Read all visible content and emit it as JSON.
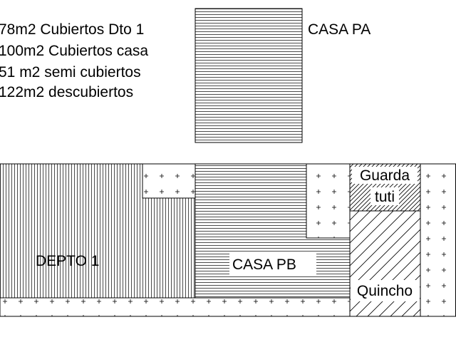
{
  "summary": {
    "lines": [
      "78m2 Cubiertos Dto 1",
      "100m2 Cubiertos casa",
      "51 m2 semi cubiertos",
      "122m2 descubiertos"
    ]
  },
  "areas": {
    "casa_pa": "CASA PA",
    "depto_1": "DEPTO 1",
    "casa_pb": "CASA PB",
    "guardatuti_line1": "Guarda",
    "guardatuti_line2": "tuti",
    "quincho": "Quincho"
  },
  "legend_meaning": {
    "vertical_hatch": "cubierto depto",
    "horizontal_hatch": "cubierto casa",
    "diagonal_hatch": "semi cubierto",
    "cross_pattern": "descubierto"
  },
  "colors": {
    "line": "#000000",
    "background": "#ffffff"
  }
}
